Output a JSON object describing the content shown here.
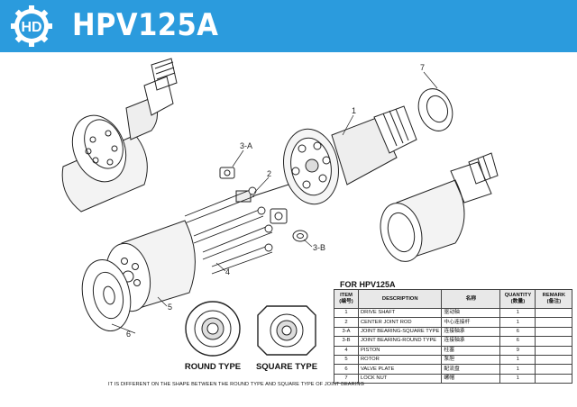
{
  "header": {
    "title": "HPV125A",
    "bg_color": "#2b9bdd",
    "logo_icon": "hd-gear-logo-icon"
  },
  "callouts": {
    "c1": "1",
    "c2": "2",
    "c3a": "3-A",
    "c3b": "3-B",
    "c4": "4",
    "c5": "5",
    "c6": "6",
    "c7": "7"
  },
  "captions": {
    "round": "ROUND TYPE",
    "square": "SQUARE TYPE"
  },
  "note": "IT IS DIFFERENT ON THE SHAPE BETWEEN THE ROUND TYPE AND SQUARE TYPE OF JOINT BEARING",
  "parts_table": {
    "title": "FOR HPV125A",
    "headers": {
      "item": "ITEM",
      "item_cn": "(编号)",
      "desc": "DESCRIPTION",
      "name_cn": "名称",
      "qty": "QUANTITY",
      "qty_cn": "(数量)",
      "remark": "REMARK",
      "remark_cn": "(备注)"
    },
    "rows": [
      {
        "item": "1",
        "desc": "DRIVE SHAFT",
        "cn": "驱动轴",
        "qty": "1"
      },
      {
        "item": "2",
        "desc": "CENTER JOINT ROD",
        "cn": "中心连接杆",
        "qty": "1"
      },
      {
        "item": "3-A",
        "desc": "JOINT BEARING-SQUARE TYPE",
        "cn": "连接轴承",
        "qty": "6"
      },
      {
        "item": "3-B",
        "desc": "JOINT BEARING-ROUND TYPE",
        "cn": "连接轴承",
        "qty": "6"
      },
      {
        "item": "4",
        "desc": "PISTON",
        "cn": "柱塞",
        "qty": "9"
      },
      {
        "item": "5",
        "desc": "ROTOR",
        "cn": "泵胆",
        "qty": "1"
      },
      {
        "item": "6",
        "desc": "VALVE PLATE",
        "cn": "配流盘",
        "qty": "1"
      },
      {
        "item": "7",
        "desc": "LOCK NUT",
        "cn": "螺帽",
        "qty": "1"
      }
    ]
  }
}
